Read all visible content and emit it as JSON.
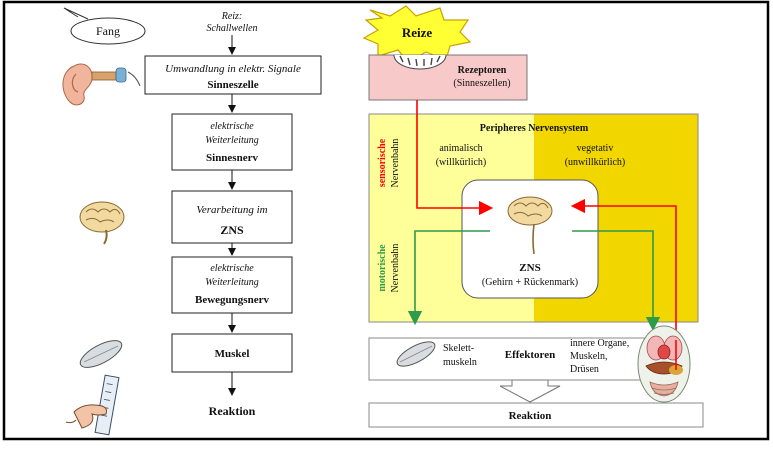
{
  "left_flow": {
    "fang_label": "Fang",
    "stimulus_line1": "Reiz:",
    "stimulus_line2": "Schallwellen",
    "box1_line1": "Umwandlung in elektr. Signale",
    "box1_line2": "Sinneszelle",
    "box2_line1": "elektrische",
    "box2_line2": "Weiterleitung",
    "box2_line3": "Sinnesnerv",
    "box3_line1": "Verarbeitung im",
    "box3_line2": "ZNS",
    "box4_line1": "elektrische",
    "box4_line2": "Weiterleitung",
    "box4_line3": "Bewegungsnerv",
    "box5_label": "Muskel",
    "reaction_label": "Reaktion"
  },
  "right_diagram": {
    "stimuli_label": "Reize",
    "receptors_line1": "Rezeptoren",
    "receptors_line2": "(Sinneszellen)",
    "pns_title": "Peripheres Nervensystem",
    "animal_line1": "animalisch",
    "animal_line2": "(willkürlich)",
    "vegetative_line1": "vegetativ",
    "vegetative_line2": "(unwillkürlich)",
    "sensory_word": "sensorische",
    "sensory_pathway": "Nervenbahn",
    "motor_word": "motorische",
    "motor_pathway": "Nervenbahn",
    "cns_label": "ZNS",
    "cns_sub": "(Gehirn + Rückenmark)",
    "effectors_label": "Effektoren",
    "skeletal_line1": "Skelett-",
    "skeletal_line2": "muskeln",
    "inner_line1": "innere Organe,",
    "inner_line2": "Muskeln,",
    "inner_line3": "Drüsen",
    "reaction_label": "Reaktion"
  },
  "colors": {
    "pns_light": "#ffff99",
    "pns_dark": "#f2d600",
    "receptor_fill": "#f7c9c9",
    "reize_star": "#ffff33",
    "sensory_red": "#ff0000",
    "motor_green": "#2e9a4a",
    "frame": "#000000"
  }
}
